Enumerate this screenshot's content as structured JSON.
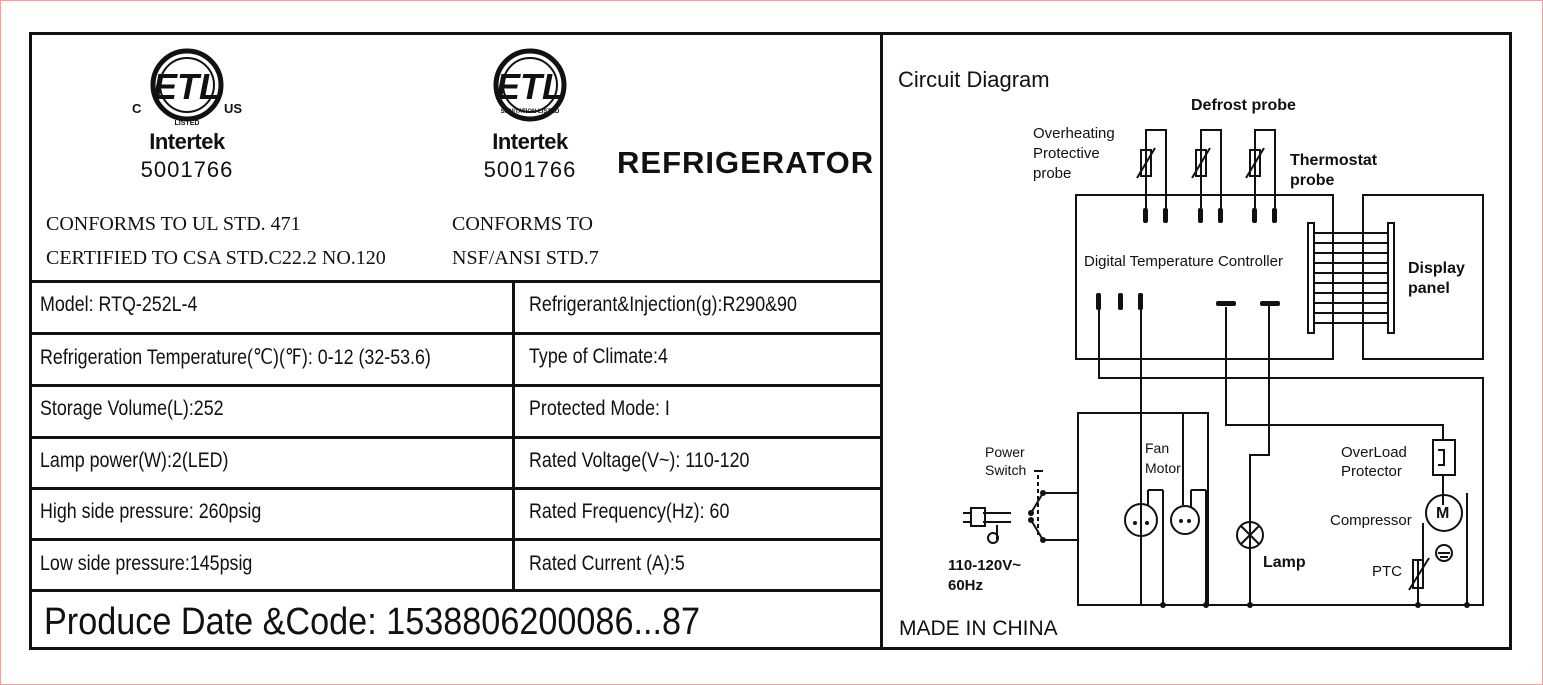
{
  "certifications": [
    {
      "logo_letters": "ETL",
      "logo_left_mark": "C",
      "logo_right_mark": "US",
      "logo_ring_text": "LISTED",
      "brand": "Intertek",
      "number": "5001766",
      "lines": [
        "CONFORMS TO UL STD. 471",
        "CERTIFIED TO CSA STD.C22.2 NO.120"
      ]
    },
    {
      "logo_letters": "ETL",
      "logo_ring_text": "SANITATION LISTED",
      "brand": "Intertek",
      "number": "5001766",
      "lines": [
        "CONFORMS TO",
        "NSF/ANSI STD.7"
      ]
    }
  ],
  "product": "REFRIGERATOR",
  "specs": {
    "left": [
      "Model: RTQ-252L-4",
      "Refrigeration Temperature(℃)(℉): 0-12 (32-53.6)",
      "Storage Volume(L):252",
      "Lamp power(W):2(LED)",
      "High side pressure: 260psig",
      "Low side pressure:145psig"
    ],
    "right": [
      "Refrigerant&Injection(g):R290&90",
      "Type of Climate:4",
      "Protected Mode: I",
      "Rated Voltage(V~): 110-120",
      "Rated Frequency(Hz): 60",
      "Rated Current (A):5"
    ]
  },
  "produce_date": "Produce Date &Code: 1538806200086...87",
  "circuit": {
    "title": "Circuit Diagram",
    "defrost_probe": "Defrost probe",
    "overheating": [
      "Overheating",
      "Protective",
      "probe"
    ],
    "thermostat": [
      "Thermostat",
      "probe"
    ],
    "controller": "Digital Temperature Controller",
    "display": [
      "Display",
      "panel"
    ],
    "power_switch": [
      "Power",
      "Switch"
    ],
    "fan_motor": [
      "Fan",
      "Motor"
    ],
    "overload": [
      "OverLoad",
      "Protector"
    ],
    "compressor": "Compressor",
    "motor_symbol": "M",
    "lamp": "Lamp",
    "ptc": "PTC",
    "supply": [
      "110-120V~",
      "60Hz"
    ],
    "made_in": "MADE IN CHINA"
  }
}
